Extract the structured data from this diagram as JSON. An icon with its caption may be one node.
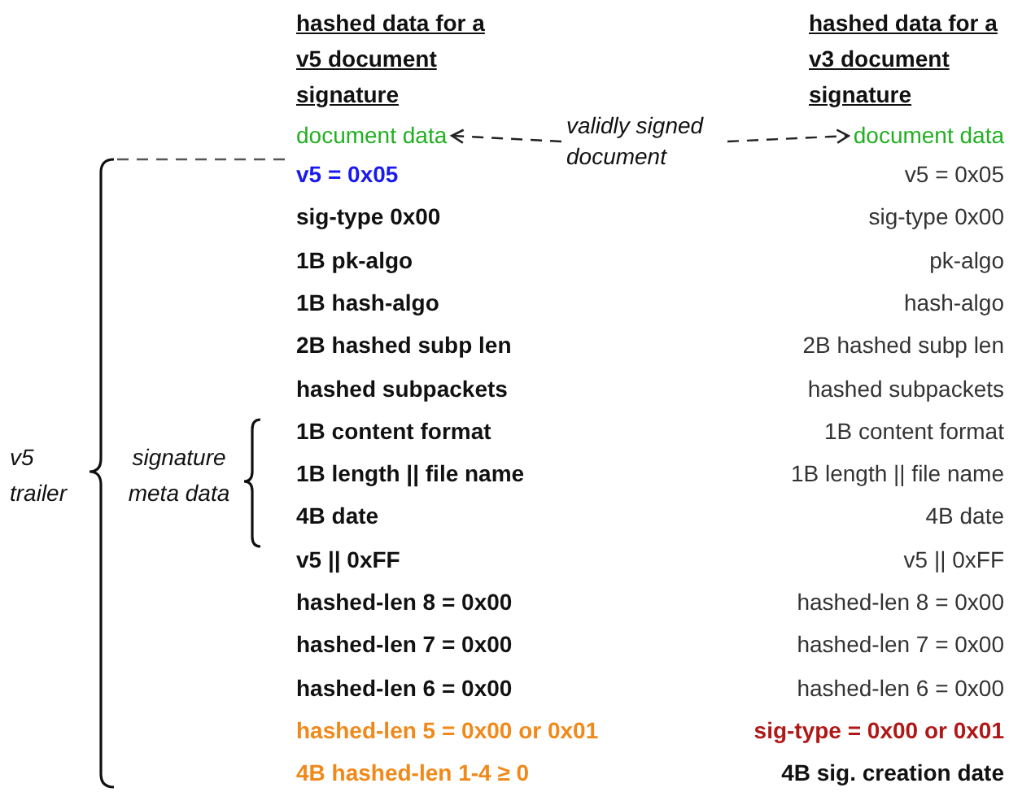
{
  "diagram": {
    "nodes": [
      {
        "text": [
          "validly signed document"
        ]
      },
      {
        "text": [
          "document data"
        ]
      },
      {
        "text": [
          "document data"
        ]
      }
    ],
    "edges": [
      {
        "from": 0,
        "to": 1,
        "arrow": "to",
        "style": "dashed"
      },
      {
        "from": 0,
        "to": 2,
        "arrow": "to",
        "style": "dashed"
      }
    ],
    "labels": [
      "hashed data for a v5 document signature",
      "hashed data for a v3 document signature",
      "v5 = 0x05",
      "v5 = 0x05",
      "sig-type 0x00",
      "sig-type 0x00",
      "1B pk-algo",
      "pk-algo",
      "1B hash-algo",
      "hash-algo",
      "2B hashed subp len",
      "2B hashed subp len",
      "hashed subpackets",
      "hashed subpackets",
      "1B content format",
      "1B content format",
      "1B length || file name",
      "1B length || file name",
      "4B date",
      "4B date",
      "v5 || 0xFF",
      "v5 || 0xFF",
      "hashed-len 8 = 0x00",
      "hashed-len 8 = 0x00",
      "hashed-len 7 = 0x00",
      "hashed-len 7 = 0x00",
      "hashed-len 6 = 0x00",
      "hashed-len 6 = 0x00",
      "hashed-len 5 = 0x00 or 0x01",
      "sig-type = 0x00 or 0x01",
      "4B hashed-len 1-4 ≥ 0",
      "4B sig. creation date",
      "v5 trailer",
      "signature meta data"
    ]
  }
}
